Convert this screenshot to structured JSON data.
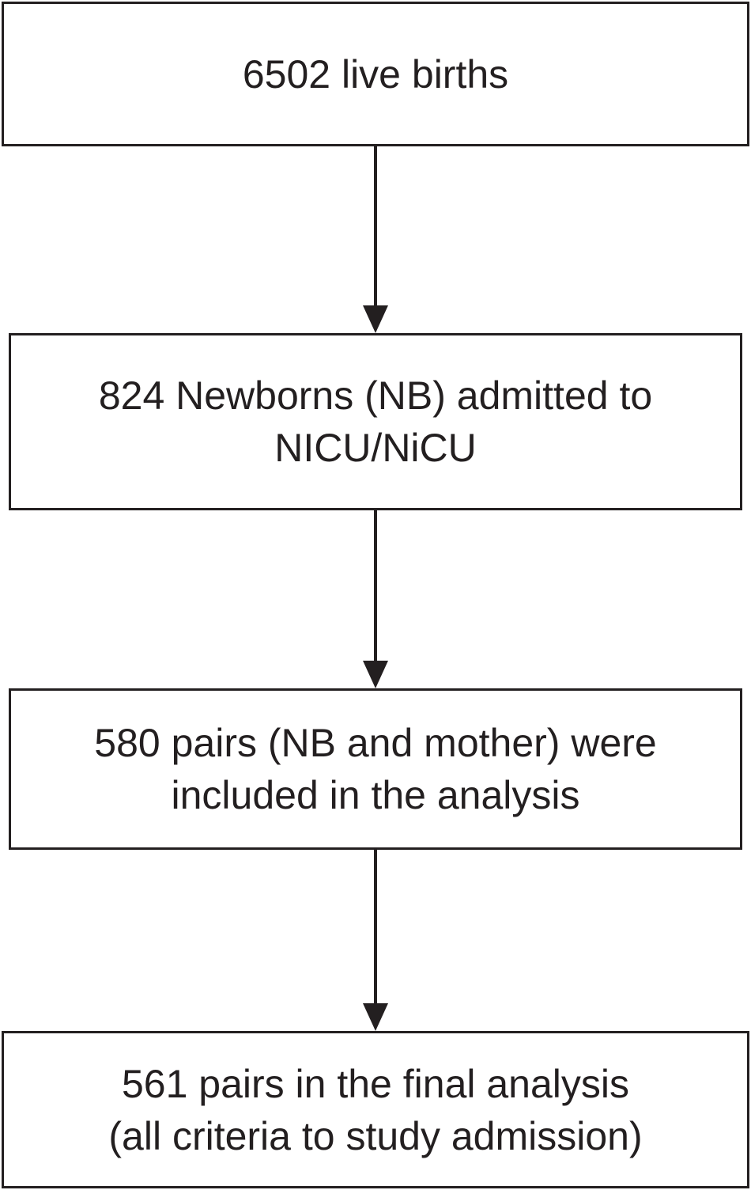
{
  "flowchart": {
    "boxes": [
      {
        "lines": [
          "6502 live births"
        ]
      },
      {
        "lines": [
          "824 Newborns (NB) admitted to",
          "NICU/NiCU"
        ]
      },
      {
        "lines": [
          "580 pairs (NB and mother) were",
          "included in the analysis"
        ]
      },
      {
        "lines": [
          "561 pairs in the final analysis",
          "(all criteria to study admission)"
        ]
      }
    ]
  }
}
